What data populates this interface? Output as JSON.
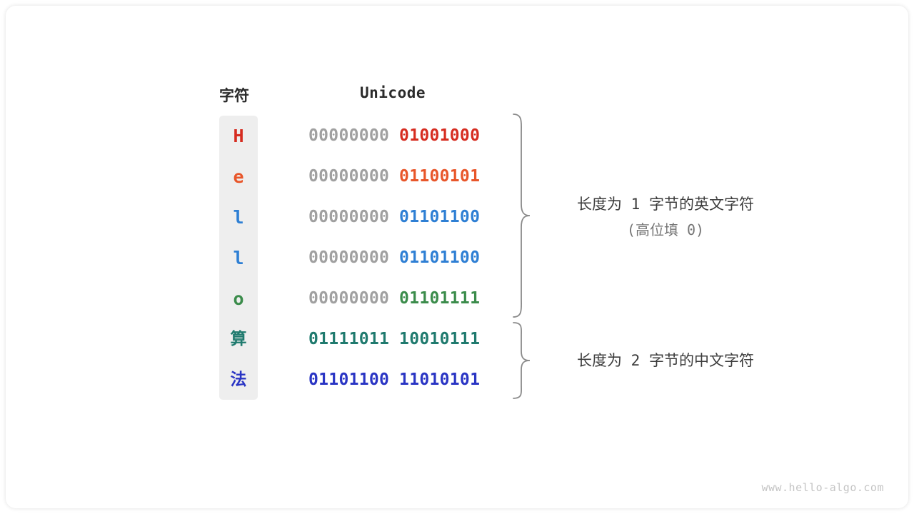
{
  "headers": {
    "char": "字符",
    "unicode": "Unicode"
  },
  "colors": {
    "red": "#d62c20",
    "orange": "#e8562a",
    "blue": "#2e7fd4",
    "green": "#3b8c4b",
    "teal": "#1f7a6e",
    "indigo": "#2a35c4",
    "high_bits": "#a0a0a0",
    "char_column_bg": "#eeeeee",
    "brace": "#8a8a8a"
  },
  "rows": [
    {
      "char": "H",
      "char_color": "#d62c20",
      "high": "00000000",
      "low": "01001000",
      "low_color": "#d62c20"
    },
    {
      "char": "e",
      "char_color": "#e8562a",
      "high": "00000000",
      "low": "01100101",
      "low_color": "#e8562a"
    },
    {
      "char": "l",
      "char_color": "#2e7fd4",
      "high": "00000000",
      "low": "01101100",
      "low_color": "#2e7fd4"
    },
    {
      "char": "l",
      "char_color": "#2e7fd4",
      "high": "00000000",
      "low": "01101100",
      "low_color": "#2e7fd4"
    },
    {
      "char": "o",
      "char_color": "#3b8c4b",
      "high": "00000000",
      "low": "01101111",
      "low_color": "#3b8c4b"
    },
    {
      "char": "算",
      "char_color": "#1f7a6e",
      "high": "01111011",
      "low": "10010111",
      "low_color": "#1f7a6e",
      "high_color": "#1f7a6e"
    },
    {
      "char": "法",
      "char_color": "#2a35c4",
      "high": "01101100",
      "low": "11010101",
      "low_color": "#2a35c4",
      "high_color": "#2a35c4"
    }
  ],
  "annotations": {
    "group1_main": "长度为 1 字节的英文字符",
    "group1_sub": "(高位填 0)",
    "group2_main": "长度为 2 字节的中文字符"
  },
  "watermark": "www.hello-algo.com"
}
